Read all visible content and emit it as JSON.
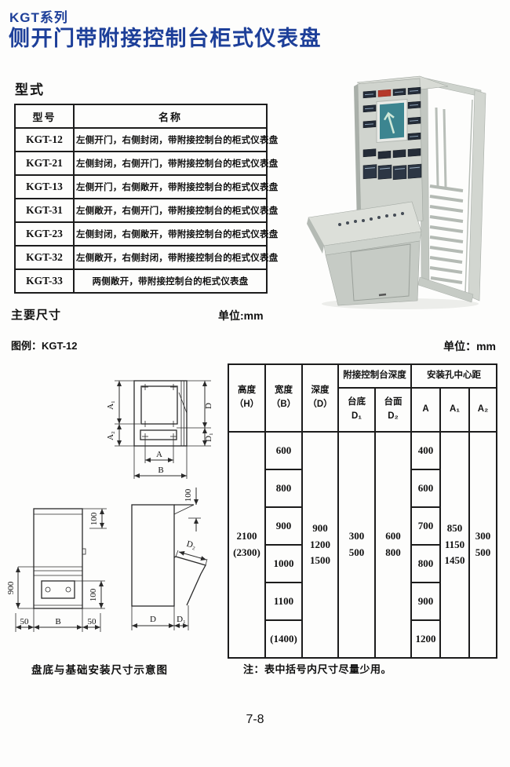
{
  "page": {
    "series": "KGT系列",
    "title": "侧开门带附接控制台柜式仪表盘",
    "page_number": "7-8",
    "colors": {
      "title_blue": "#1d3f99"
    }
  },
  "models": {
    "heading": "型式",
    "columns": {
      "model": "型号",
      "name": "名称"
    },
    "rows": [
      {
        "model": "KGT-12",
        "name": "左侧开门，右侧封闭，带附接控制台的柜式仪表盘"
      },
      {
        "model": "KGT-21",
        "name": "左侧封闭，右侧开门，带附接控制台的柜式仪表盘"
      },
      {
        "model": "KGT-13",
        "name": "左侧开门，右侧敞开，带附接控制台的柜式仪表盘"
      },
      {
        "model": "KGT-31",
        "name": "左侧敞开，右侧开门，带附接控制台的柜式仪表盘"
      },
      {
        "model": "KGT-23",
        "name": "左侧封闭，右侧敞开，带附接控制台的柜式仪表盘"
      },
      {
        "model": "KGT-32",
        "name": "左侧敞开，右侧封闭，带附接控制台的柜式仪表盘"
      },
      {
        "model": "KGT-33",
        "name": "两侧敞开，带附接控制台的柜式仪表盘"
      }
    ]
  },
  "dimensions": {
    "heading": "主要尺寸",
    "unit_label_top": "单位:mm",
    "legend": "图例：KGT-12",
    "unit_label_table": "单位：mm",
    "drawing_caption": "盘底与基础安装尺寸示意图",
    "note": "注：表中括号内尺寸尽量少用。",
    "drawings": {
      "top_view": {
        "a1": "A₁",
        "a2": "A₂",
        "d": "D",
        "d1": "D₁",
        "a": "A",
        "b": "B"
      },
      "front_view": {
        "top100": "100",
        "h900": "900",
        "bottom100": "100",
        "left50": "50",
        "b": "B",
        "right50": "50"
      },
      "side_view": {
        "top100": "100",
        "d2": "D₂",
        "d": "D",
        "d1": "D₁"
      }
    },
    "table": {
      "header": {
        "height": "高度\n（H）",
        "width": "宽度\n（B）",
        "depth": "深度\n（D）",
        "console_depth_group": "附接控制台深度",
        "console_bottom": "台底\nD₁",
        "console_top": "台面\nD₂",
        "mounting_group": "安装孔中心距",
        "a": "A",
        "a1": "A₁",
        "a2": "A₂"
      },
      "body": {
        "height": "2100\n(2300)",
        "width_values": [
          "600",
          "800",
          "900",
          "1000",
          "1100",
          "(1400)"
        ],
        "depth": "900\n1200\n1500",
        "console_bottom": "300\n500",
        "console_top": "600\n800",
        "a_values": [
          "400",
          "600",
          "700",
          "800",
          "900",
          "1200"
        ],
        "a1": "850\n1150\n1450",
        "a2": "300\n500"
      }
    }
  }
}
